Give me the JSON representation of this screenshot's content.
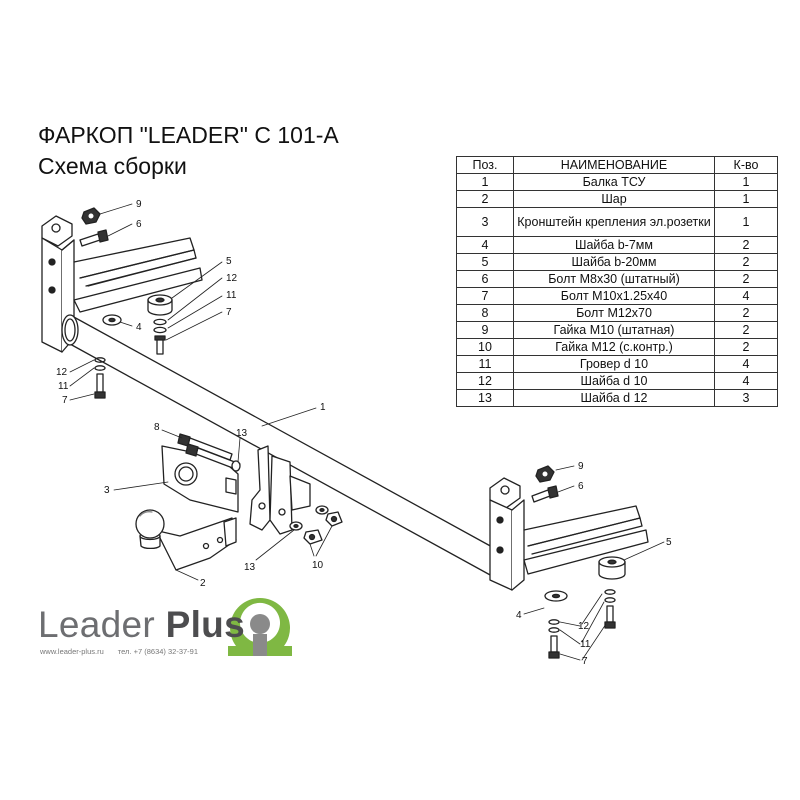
{
  "header": {
    "title": "ФАРКОП \"LEADER\" С 101-А",
    "subtitle": "Схема сборки"
  },
  "parts_table": {
    "headers": {
      "pos": "Поз.",
      "name": "НАИМЕНОВАНИЕ",
      "qty": "К-во"
    },
    "rows": [
      {
        "pos": "1",
        "name": "Балка ТСУ",
        "qty": "1"
      },
      {
        "pos": "2",
        "name": "Шар",
        "qty": "1"
      },
      {
        "pos": "3",
        "name": "Кронштейн крепления эл.розетки",
        "qty": "1"
      },
      {
        "pos": "4",
        "name": "Шайба b-7мм",
        "qty": "2"
      },
      {
        "pos": "5",
        "name": "Шайба b-20мм",
        "qty": "2"
      },
      {
        "pos": "6",
        "name": "Болт М8х30 (штатный)",
        "qty": "2"
      },
      {
        "pos": "7",
        "name": "Болт М10х1.25х40",
        "qty": "4"
      },
      {
        "pos": "8",
        "name": "Болт М12х70",
        "qty": "2"
      },
      {
        "pos": "9",
        "name": "Гайка М10 (штатная)",
        "qty": "2"
      },
      {
        "pos": "10",
        "name": "Гайка М12 (с.контр.)",
        "qty": "2"
      },
      {
        "pos": "11",
        "name": "Гровер d 10",
        "qty": "4"
      },
      {
        "pos": "12",
        "name": "Шайба d 10",
        "qty": "4"
      },
      {
        "pos": "13",
        "name": "Шайба d 12",
        "qty": "3"
      }
    ]
  },
  "callouts": {
    "c1": "1",
    "c2": "2",
    "c3": "3",
    "c4a": "4",
    "c4b": "4",
    "c5a": "5",
    "c5b": "5",
    "c6a": "6",
    "c6b": "6",
    "c7a": "7",
    "c7b": "7",
    "c7c": "7",
    "c8": "8",
    "c9a": "9",
    "c9b": "9",
    "c10": "10",
    "c11a": "11",
    "c11b": "11",
    "c11c": "11",
    "c12a": "12",
    "c12b": "12",
    "c12c": "12",
    "c13a": "13",
    "c13b": "13"
  },
  "brand": {
    "name_light": "Leader",
    "name_bold": "Plus",
    "website": "www.leader-plus.ru",
    "phone": "тел. +7 (8634) 32-37-91",
    "logo_colors": {
      "green": "#7fb843",
      "gray": "#8a8a8a"
    }
  }
}
